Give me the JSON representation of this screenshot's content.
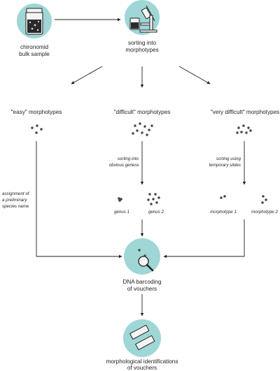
{
  "colors": {
    "circle": "#9fd6d6",
    "line": "#1f1f1f",
    "dot": "#444444",
    "icon_fill": "#f4f4f4"
  },
  "icons": {
    "sample": "sample-jar-icon",
    "sorting": "microscope-icon",
    "barcoding": "magnifier-icon",
    "vouchers": "slides-icon"
  },
  "nodes": {
    "sample_line1": "chironomid",
    "sample_line2": "bulk sample",
    "sorting_line1": "sorting into",
    "sorting_line2": "morphotypes",
    "easy": "\"easy\" morphotypes",
    "difficult": "\"difficult\" morphotypes",
    "very_difficult": "\"very difficult\" morphotypes",
    "genus1": "genus 1",
    "genus2": "genus 2",
    "morphotype1": "morphotype 1",
    "morphotype2": "morphotype 2",
    "barcoding_line1": "DNA barcoding",
    "barcoding_line2": "of vouchers",
    "morph_line1": "morphological identifications",
    "morph_line2": "of vouchers"
  },
  "annotations": {
    "generic_line1": "sorting into",
    "generic_line2": "obvious genera",
    "slides_line1": "sorting using",
    "slides_line2": "temporary slides",
    "assign_line1": "assignment of",
    "assign_line2": "a preliminary",
    "assign_line3": "species name"
  }
}
